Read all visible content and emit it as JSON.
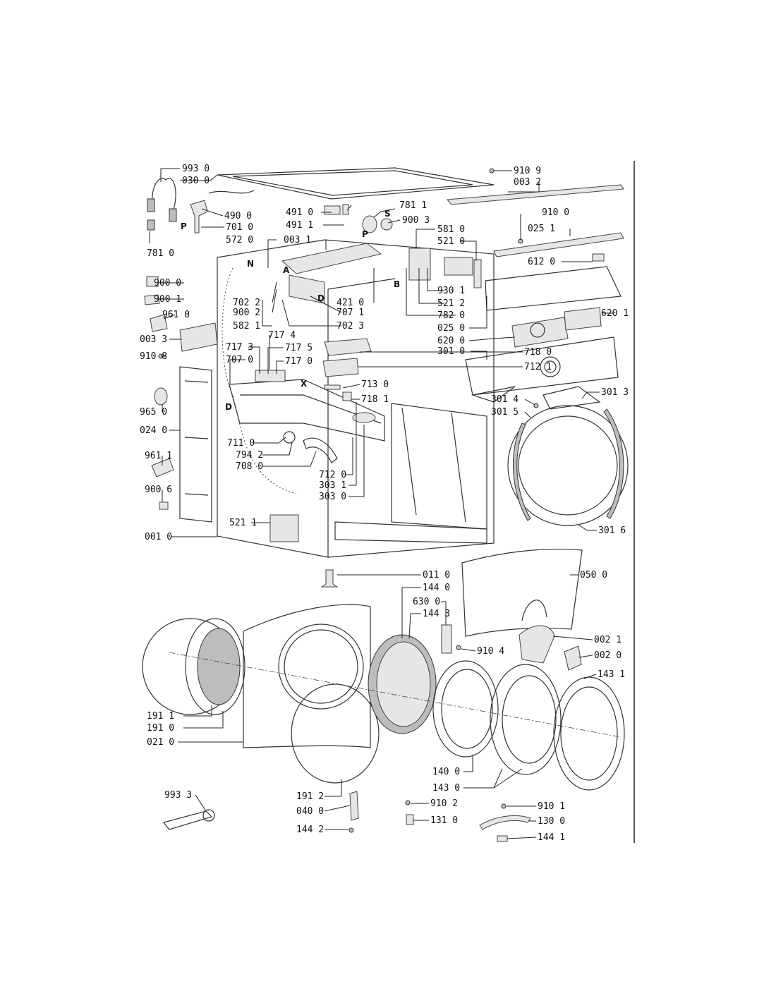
{
  "part_labels": [
    "993 0",
    "030 0",
    "910 9",
    "003 2",
    "490 0",
    "491 0",
    "781 1",
    "S",
    "900 3",
    "P",
    "701 0",
    "491 1",
    "910 0",
    "025 1",
    "581 0",
    "521 0",
    "572 0",
    "003 1",
    "612 0",
    "781 0",
    "P",
    "N",
    "A",
    "B",
    "900 0",
    "930 1",
    "900 1",
    "702 2",
    "421 0",
    "521 2",
    "961 0",
    "900 2",
    "707 1",
    "782 0",
    "582 1",
    "702 3",
    "025 0",
    "620 1",
    "003 3",
    "620 0",
    "717 4",
    "718 0",
    "301 0",
    "910 8",
    "717 3",
    "717 5",
    "707 0",
    "717 0",
    "712 1",
    "X",
    "713 0",
    "301 3",
    "718 1",
    "301 4",
    "965 0",
    "D",
    "301 5",
    "024 0",
    "711 0",
    "794 2",
    "708 0",
    "961 1",
    "712 0",
    "303 1",
    "900 6",
    "303 0",
    "521 1",
    "301 6",
    "001 0",
    "011 0",
    "144 0",
    "050 0",
    "630 0",
    "144 3",
    "910 4",
    "002 1",
    "002 0",
    "143 1",
    "191 1",
    "191 0",
    "021 0",
    "140 0",
    "143 0",
    "993 3",
    "191 2",
    "910 2",
    "910 1",
    "040 0",
    "131 0",
    "130 0",
    "144 2",
    "144 1",
    "D"
  ]
}
